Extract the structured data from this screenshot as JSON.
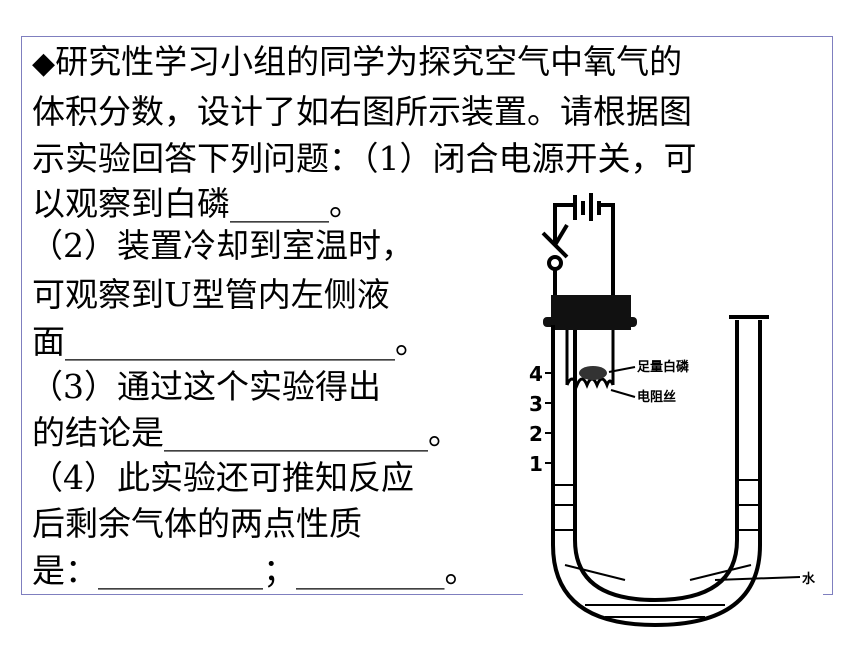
{
  "question": {
    "bullet": "◆",
    "lines": [
      "研究性学习小组的同学为探究空气中氧气的",
      "体积分数，设计了如右图所示装置。请根据图",
      "示实验回答下列问题：（1）闭合电源开关，可",
      "以观察到白磷______。",
      "（2）装置冷却到室温时，",
      "可观察到U型管内左侧液",
      "面____________________。",
      "（3）通过这个实验得出",
      "的结论是________________。",
      "（4）此实验还可推知反应",
      "后剩余气体的两点性质",
      "是：__________；_________。"
    ]
  },
  "figure": {
    "label_phosphorus": "足量白磷",
    "label_resistor": "电阻丝",
    "label_water": "水",
    "scale_marks": [
      "4",
      "3",
      "2",
      "1"
    ]
  }
}
